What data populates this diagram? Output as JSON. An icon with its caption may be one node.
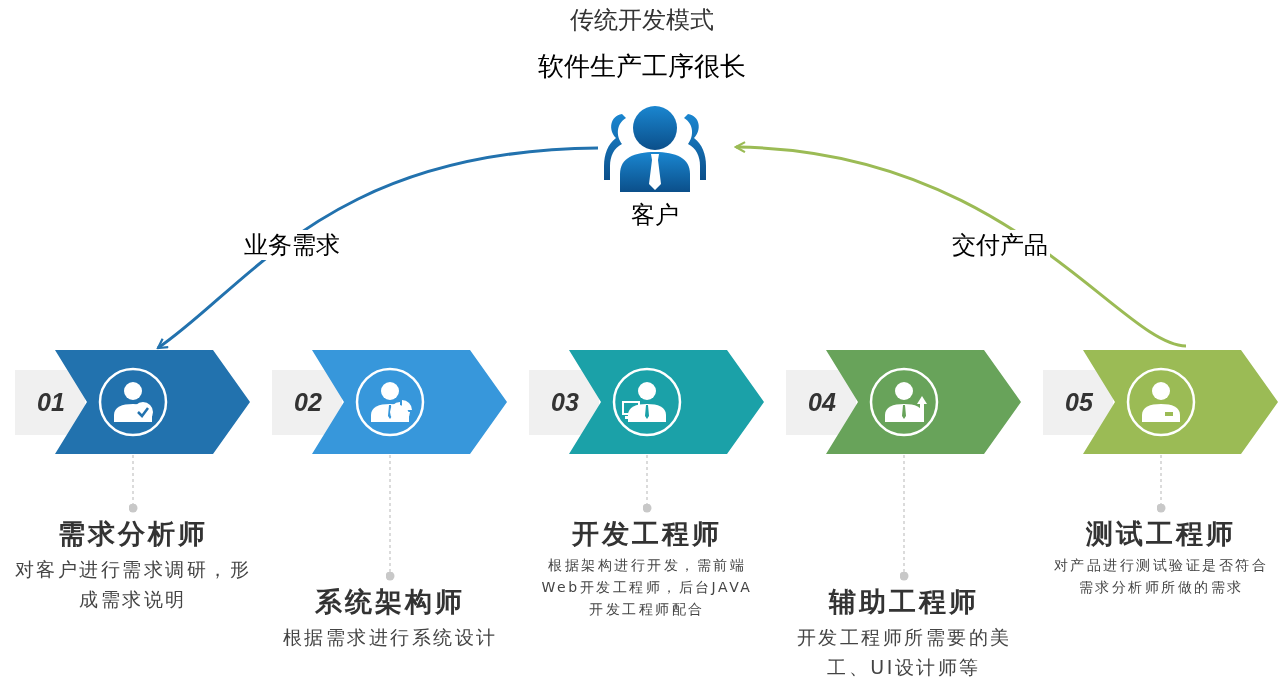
{
  "diagram": {
    "title": "传统开发模式",
    "nodes": [
      {
        "text": [
          "客户"
        ]
      },
      {
        "text": [
          "01"
        ]
      },
      {
        "text": [
          "02"
        ]
      },
      {
        "text": [
          "03"
        ]
      },
      {
        "text": [
          "04"
        ]
      },
      {
        "text": [
          "05"
        ]
      },
      {
        "text": [
          "需求分析师",
          "对客户进行需求调研，形成需求说明"
        ]
      },
      {
        "text": [
          "系统架构师",
          "根据需求进行系统设计"
        ]
      },
      {
        "text": [
          "开发工程师",
          "根据架构进行开发，需前端Web开发工程师，后台JAVA开发工程师配合"
        ]
      },
      {
        "text": [
          "辅助工程师",
          "开发工程师所需要的美工、UI设计师等"
        ]
      },
      {
        "text": [
          "测试工程师",
          "对产品进行测试验证是否符合需求分析师所做的需求"
        ]
      }
    ],
    "edges": [
      {
        "from": 0,
        "to": 1,
        "arrow": "to",
        "label": "业务需求",
        "color": "#2272ae"
      },
      {
        "from": 5,
        "to": 0,
        "arrow": "to",
        "label": "交付产品",
        "color": "#9bbb55"
      },
      {
        "from": 1,
        "to": 6,
        "arrow": "other",
        "style": "dashed"
      },
      {
        "from": 2,
        "to": 7,
        "arrow": "other",
        "style": "dashed"
      },
      {
        "from": 3,
        "to": 8,
        "arrow": "other",
        "style": "dashed"
      },
      {
        "from": 4,
        "to": 9,
        "arrow": "other",
        "style": "dashed"
      },
      {
        "from": 5,
        "to": 10,
        "arrow": "other",
        "style": "dashed"
      }
    ],
    "labels": [
      "软件生产工序很长"
    ]
  }
}
